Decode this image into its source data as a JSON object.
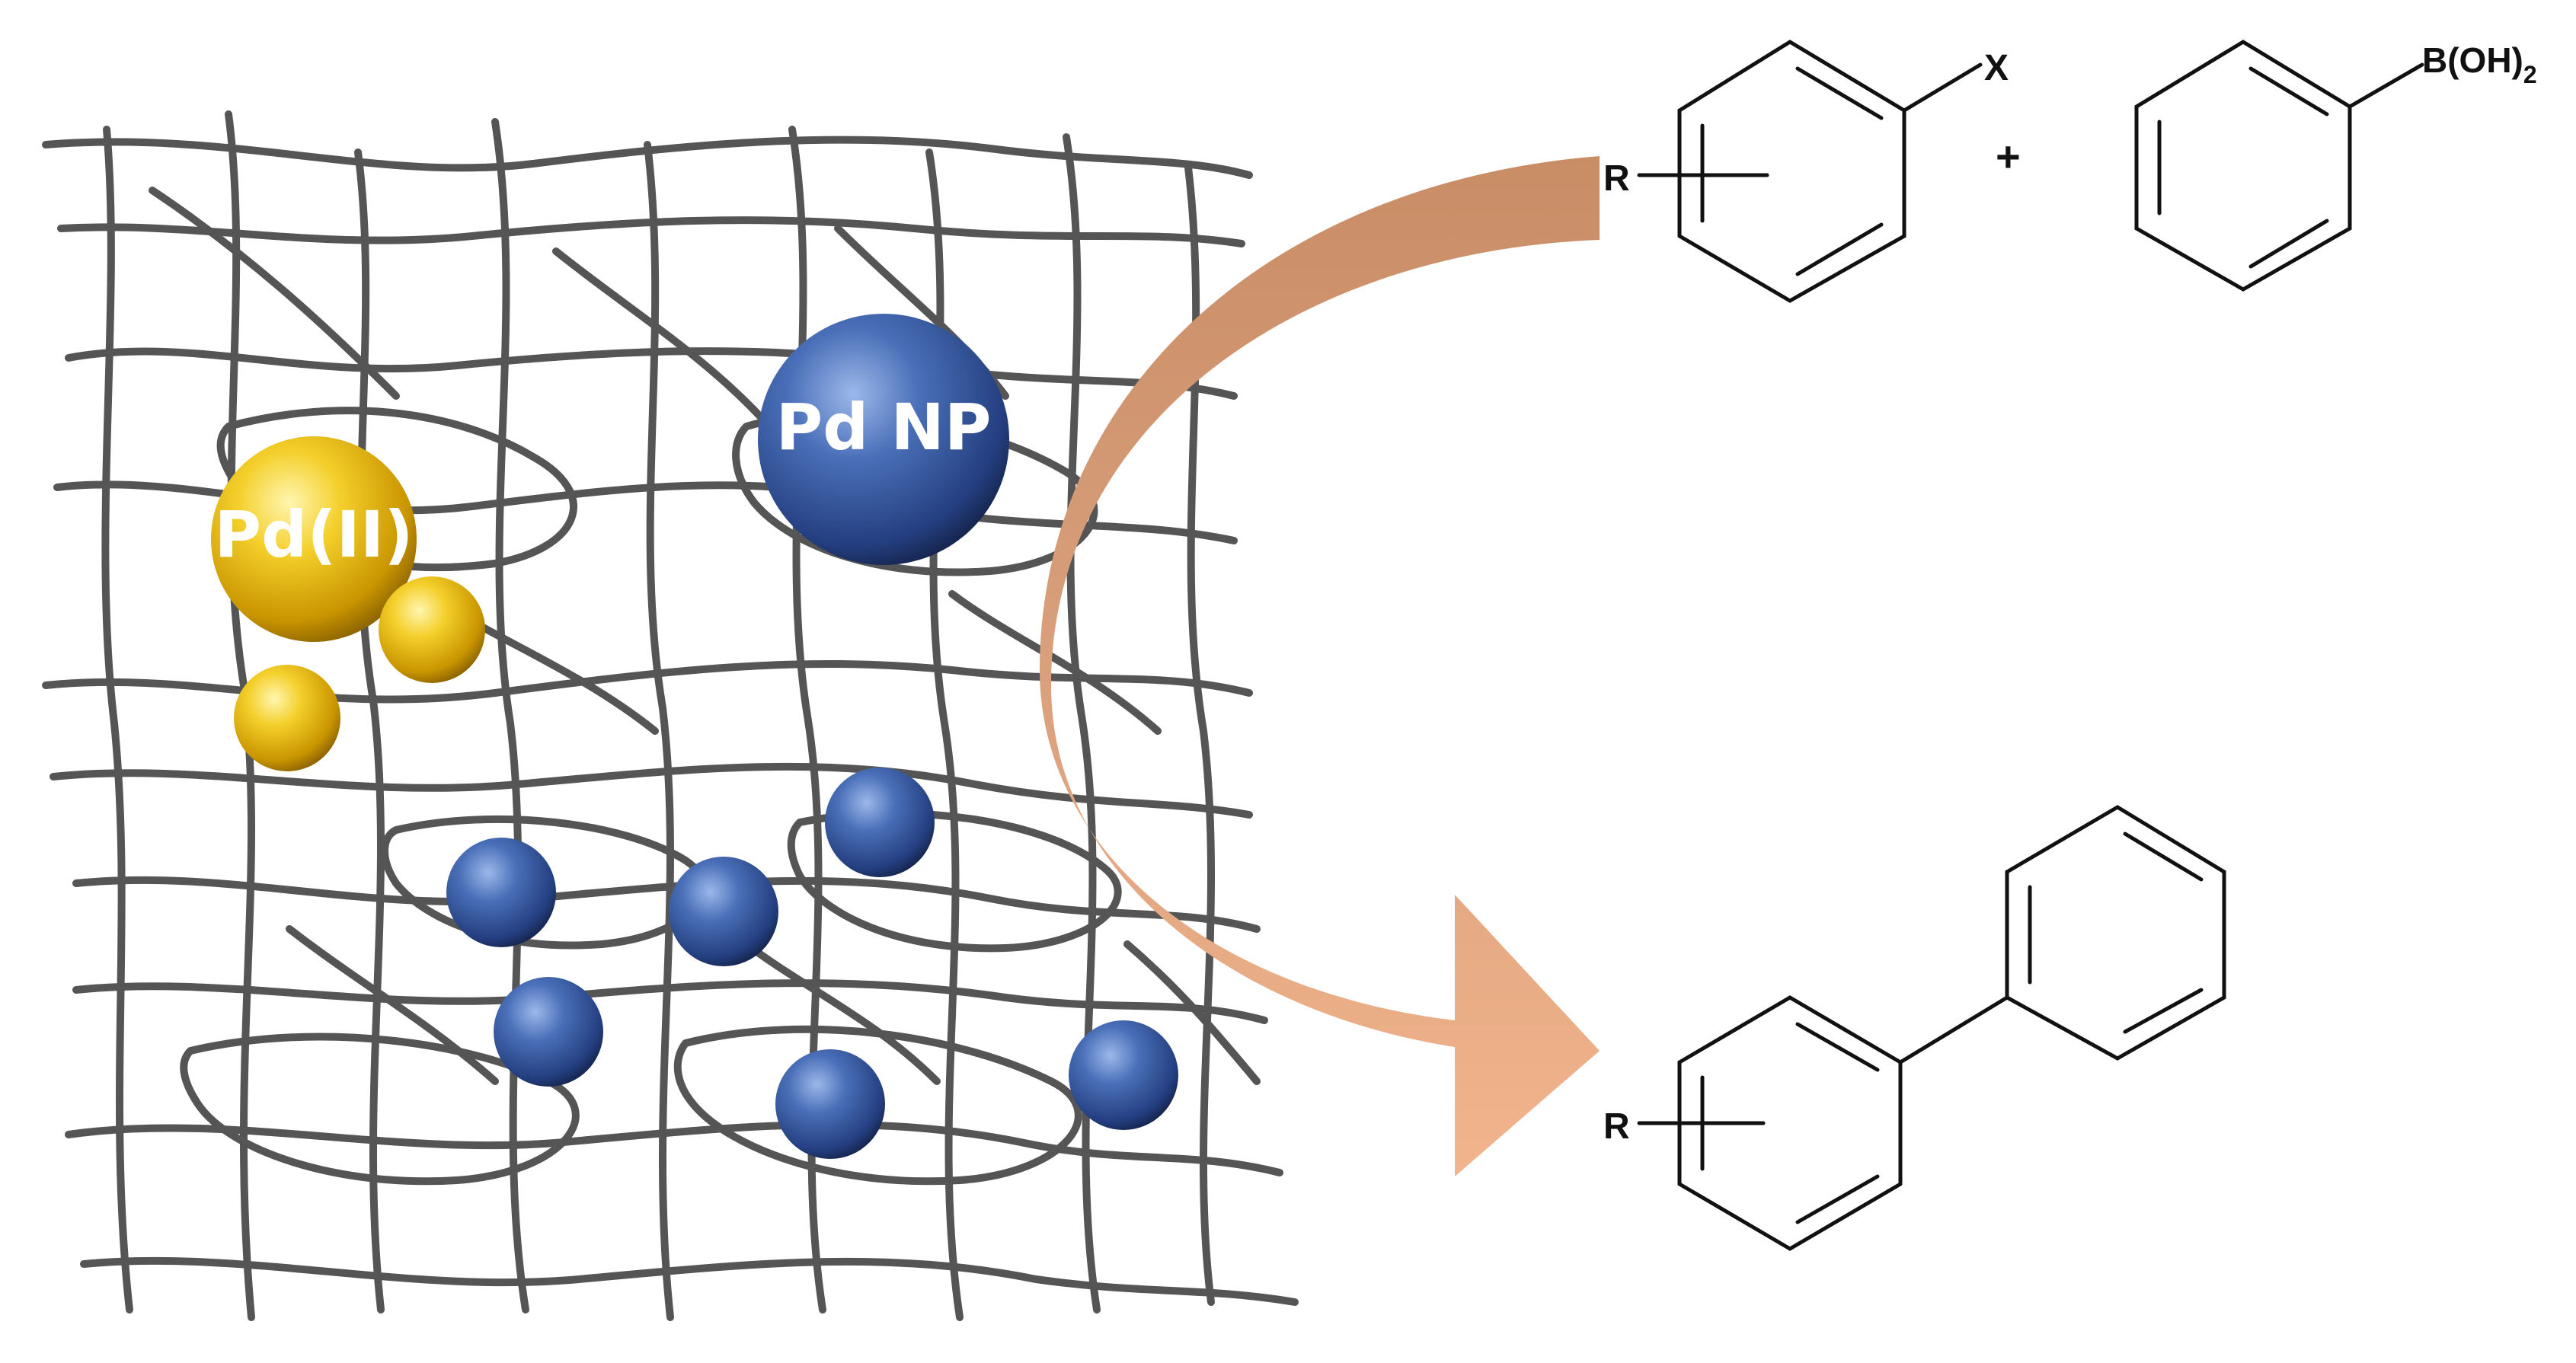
{
  "nanoparticles": {
    "pd_ii_label": "Pd(II)",
    "pd_np_label": "Pd NP"
  },
  "reaction": {
    "aryl_halide_substituent": "R",
    "aryl_halide_leaving_group": "X",
    "plus_sign": "+",
    "boronic_acid_group": "B(OH)",
    "boronic_acid_subscript": "2",
    "product_substituent": "R"
  },
  "colors": {
    "fiber": "#555555",
    "pd_ii_gold": "#e0b010",
    "pd_np_blue": "#2f4f92",
    "arrow_copper": "#d9a07c",
    "bond": "#111111"
  }
}
